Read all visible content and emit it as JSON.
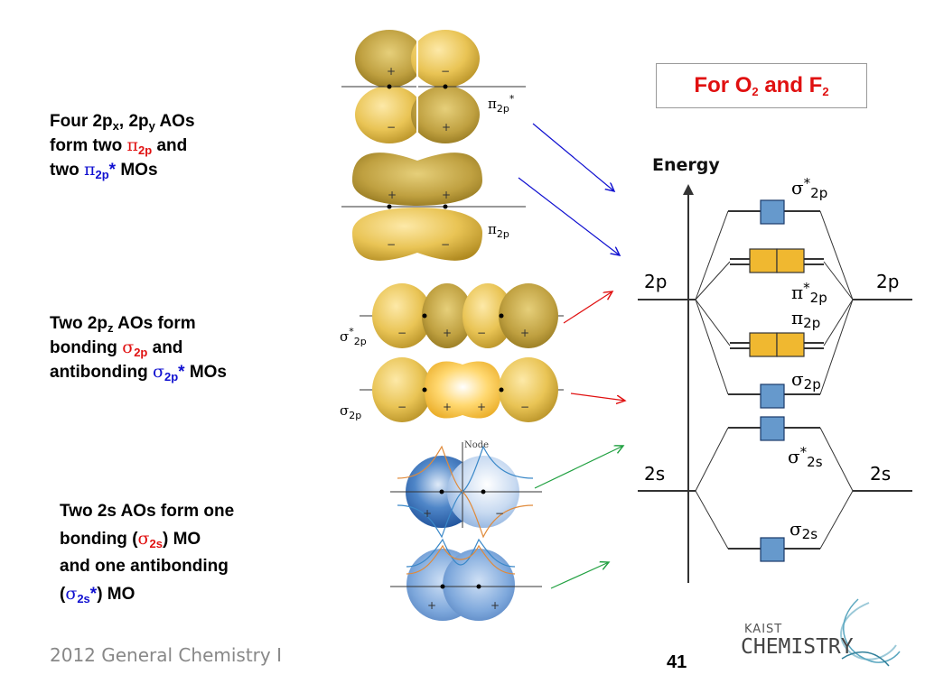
{
  "title": {
    "prefix": "For O",
    "sub1": "2",
    "mid": " and F",
    "sub2": "2"
  },
  "descriptions": {
    "pi": {
      "l1a": "Four 2p",
      "l1sub1": "x",
      "l1b": ", 2p",
      "l1sub2": "y",
      "l1c": " AOs",
      "l2a": "form two ",
      "l2sym": "π",
      "l2sub": "2p",
      "l2b": " and",
      "l3a": "two ",
      "l3sym": "π",
      "l3sub": "2p",
      "l3star": "*",
      "l3b": " MOs"
    },
    "sigma2p": {
      "l1a": "Two 2p",
      "l1sub": "z",
      "l1b": " AOs form",
      "l2a": "bonding ",
      "l2sym": "σ",
      "l2sub": "2p",
      "l2b": " and",
      "l3a": "antibonding ",
      "l3sym": "σ",
      "l3sub": "2p",
      "l3star": "*",
      "l3b": " MOs"
    },
    "sigma2s": {
      "l1": "Two 2s AOs form one",
      "l2a": "bonding (",
      "l2sym": "σ",
      "l2sub": "2s",
      "l2b": ") MO",
      "l3": "and one antibonding",
      "l4a": "(",
      "l4sym": "σ",
      "l4sub": "2s",
      "l4star": "*",
      "l4b": ") MO"
    }
  },
  "orbital_labels": {
    "pi_star": {
      "sym": "π",
      "sub": "2p",
      "sup": "*"
    },
    "pi": {
      "sym": "π",
      "sub": "2p"
    },
    "sigma_star": {
      "sym": "σ",
      "sub": "2p",
      "sup": "*"
    },
    "sigma": {
      "sym": "σ",
      "sub": "2p"
    },
    "node": "Node",
    "plus": "+",
    "minus": "−"
  },
  "diagram": {
    "energy_axis": "Energy",
    "left_2p": "2p",
    "right_2p": "2p",
    "left_2s": "2s",
    "right_2s": "2s",
    "mo_labels": {
      "sigma2p_star": {
        "sym": "σ",
        "sub": "2p",
        "sup": "*"
      },
      "pi2p_star": {
        "sym": "π",
        "sub": "2p",
        "sup": "*"
      },
      "pi2p": {
        "sym": "π",
        "sub": "2p"
      },
      "sigma2p": {
        "sym": "σ",
        "sub": "2p"
      },
      "sigma2s_star": {
        "sym": "σ",
        "sub": "2s",
        "sup": "*"
      },
      "sigma2s": {
        "sym": "σ",
        "sub": "2s"
      }
    }
  },
  "footer": "2012 General Chemistry I",
  "page_number": "41",
  "logo": {
    "line1": "KAIST",
    "line2": "CHEMISTRY"
  },
  "colors": {
    "red": "#e01010",
    "blue": "#1010d0",
    "box_blue": "#6699cc",
    "box_gold": "#f0b830",
    "arrow_green": "#20a040"
  }
}
